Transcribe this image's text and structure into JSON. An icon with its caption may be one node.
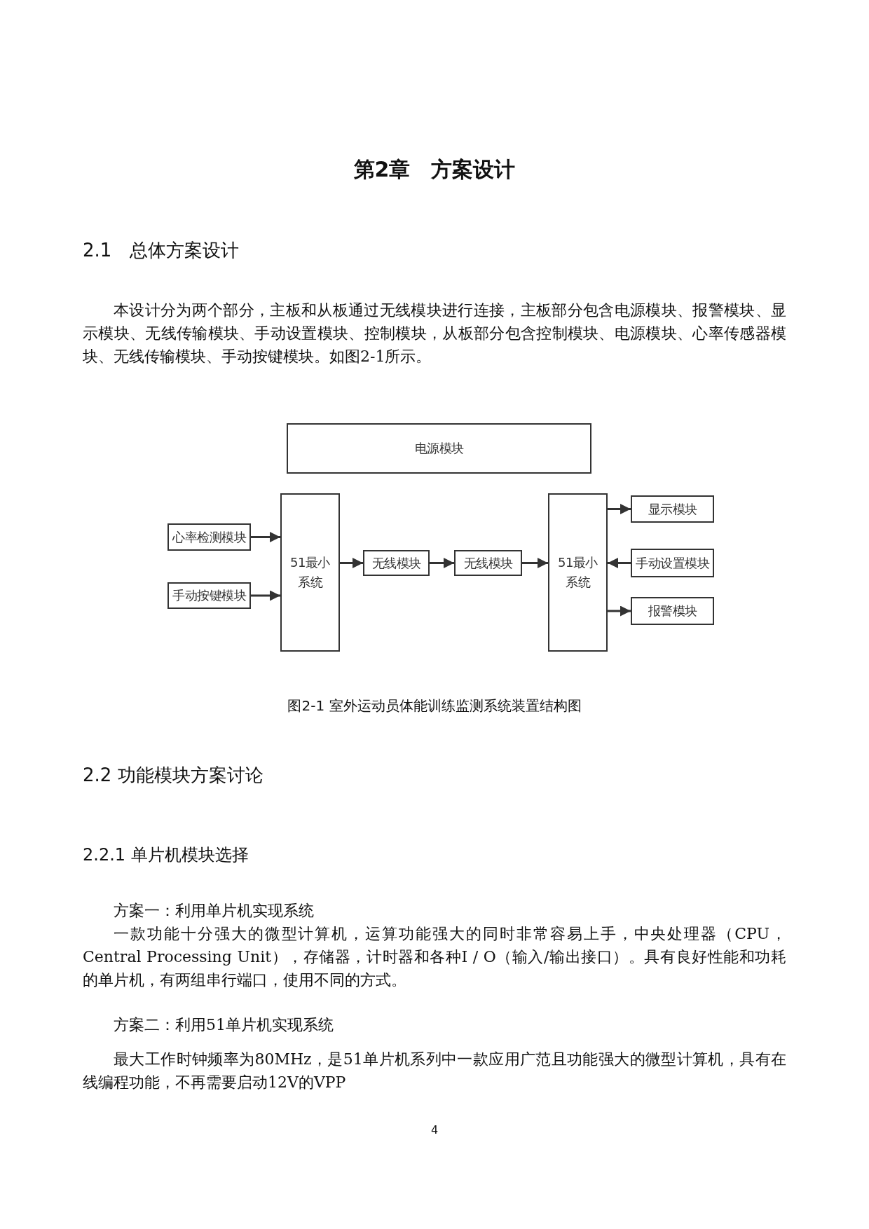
{
  "diagram": {
    "title": "第2章　方案设计",
    "caption": "图2-1 室外运动员体能训练监测系统装置结构图",
    "nodes": [
      {
        "text": [
          "电源模块"
        ]
      },
      {
        "text": [
          "心率检测模块"
        ]
      },
      {
        "text": [
          "手动按键模块"
        ]
      },
      {
        "text": [
          "51最小系统"
        ]
      },
      {
        "text": [
          "无线模块"
        ]
      },
      {
        "text": [
          "无线模块"
        ]
      },
      {
        "text": [
          "51最小系统"
        ]
      },
      {
        "text": [
          "显示模块"
        ]
      },
      {
        "text": [
          "手动设置模块"
        ]
      },
      {
        "text": [
          "报警模块"
        ]
      }
    ],
    "edges": [
      {
        "from": 1,
        "to": 3,
        "arrow": "to"
      },
      {
        "from": 2,
        "to": 3,
        "arrow": "to"
      },
      {
        "from": 3,
        "to": 4,
        "arrow": "to"
      },
      {
        "from": 4,
        "to": 5,
        "arrow": "to"
      },
      {
        "from": 5,
        "to": 6,
        "arrow": "to"
      },
      {
        "from": 6,
        "to": 7,
        "arrow": "to"
      },
      {
        "from": 8,
        "to": 6,
        "arrow": "to"
      },
      {
        "from": 6,
        "to": 9,
        "arrow": "to"
      }
    ],
    "labels": [
      "2.1　总体方案设计",
      "本设计分为两个部分，主板和从板通过无线模块进行连接，主板部分包含电源模块、报警模块、显示模块、无线传输模块、手动设置模块、控制模块，从板部分包含控制模块、电源模块、心率传感器模块、无线传输模块、手动按键模块。如图2-1所示。",
      "2.2 功能模块方案讨论",
      "2.2.1 单片机模块选择",
      "方案一：利用单片机实现系统",
      "一款功能十分强大的微型计算机，运算功能强大的同时非常容易上手，中央处理器（CPU，Central Processing Unit），存储器，计时器和各种I / O（输入/输出接口）。具有良好性能和功耗的单片机，有两组串行端口，使用不同的方式。",
      "方案二：利用51单片机实现系统",
      "最大工作时钟频率为80MHz，是51单片机系列中一款应用广范且功能强大的微型计算机，具有在线编程功能，不再需要启动12V的VPP",
      "4"
    ]
  }
}
